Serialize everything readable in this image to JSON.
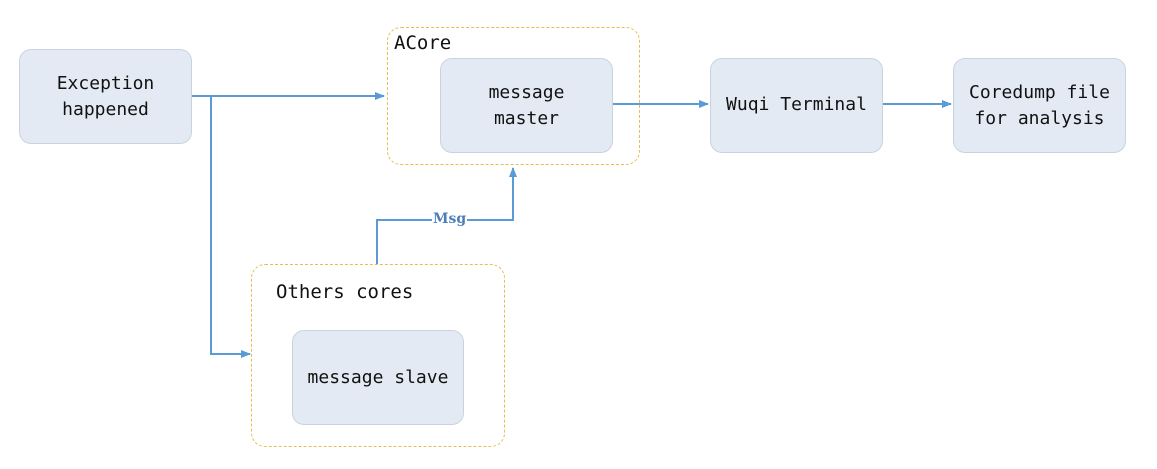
{
  "nodes": {
    "exception": "Exception\nhappened",
    "master": "message\nmaster",
    "terminal": "Wuqi Terminal",
    "coredump": "Coredump file\nfor analysis",
    "slave": "message slave"
  },
  "groups": {
    "acore": "ACore",
    "others": "Others cores"
  },
  "edges": {
    "msg_label": "Msg"
  },
  "colors": {
    "arrow": "#5b9bd5",
    "node_fill": "#e3eaf4",
    "group_border": "#e7bd53"
  }
}
